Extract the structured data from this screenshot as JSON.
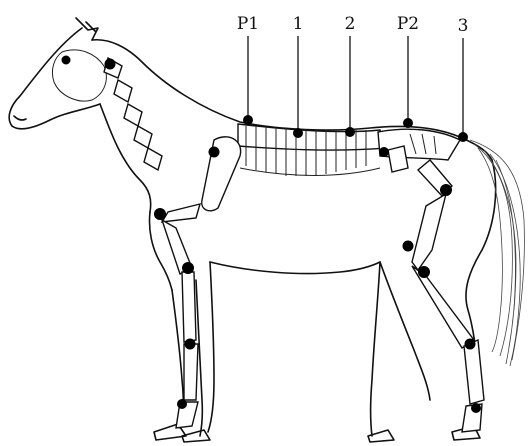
{
  "markers": [
    {
      "id": "p1",
      "label": "P1"
    },
    {
      "id": "m1",
      "label": "1"
    },
    {
      "id": "m2",
      "label": "2"
    },
    {
      "id": "p2",
      "label": "P2"
    },
    {
      "id": "m3",
      "label": "3"
    }
  ]
}
